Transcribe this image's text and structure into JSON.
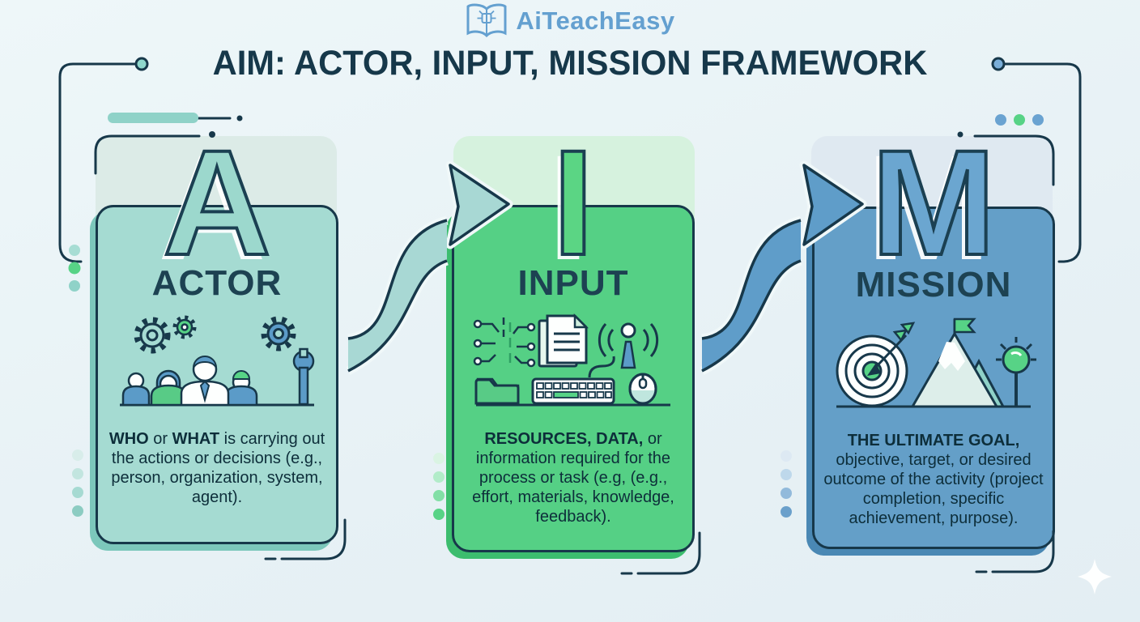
{
  "logo": {
    "brand": "AiTeachEasy"
  },
  "title": {
    "text": "AIM: ACTOR, INPUT, MISSION FRAMEWORK"
  },
  "palette": {
    "background": "#e9f3f6",
    "outline": "#17384a",
    "actor_fill": "#a5dbd2",
    "input_fill": "#55d085",
    "mission_fill": "#649fc8",
    "accent_green": "#57d386",
    "accent_teal": "#8fd2c8",
    "accent_blue": "#6aa3d1",
    "logo_blue": "#64a0d0"
  },
  "cards": [
    {
      "id": "actor",
      "letter": "A",
      "heading": "ACTOR",
      "description": [
        {
          "text": "WHO",
          "bold": true
        },
        {
          "text": " or ",
          "bold": false
        },
        {
          "text": "WHAT",
          "bold": true
        },
        {
          "text": " is carrying out the actions or decisions (e.g., person, organization, system, agent).",
          "bold": false
        }
      ],
      "icons": [
        "gears-icon",
        "team-people-icon",
        "wrench-icon"
      ]
    },
    {
      "id": "input",
      "letter": "I",
      "heading": "INPUT",
      "description": [
        {
          "text": "RESOURCES, DATA,",
          "bold": true
        },
        {
          "text": " or information required for the process or task (e.g, (e.g., effort, materials, knowledge, feedback).",
          "bold": false
        }
      ],
      "icons": [
        "circuit-icon",
        "documents-icon",
        "antenna-icon",
        "folder-icon",
        "keyboard-icon",
        "mouse-icon"
      ]
    },
    {
      "id": "mission",
      "letter": "M",
      "heading": "MISSION",
      "description": [
        {
          "text": "THE ULTIMATE GOAL,",
          "bold": true
        },
        {
          "text": " objective, target, or desired outcome of the activity (project completion, specific achievement, purpose).",
          "bold": false
        }
      ],
      "icons": [
        "target-arrow-icon",
        "mountain-flag-icon",
        "goal-marker-icon"
      ]
    }
  ]
}
